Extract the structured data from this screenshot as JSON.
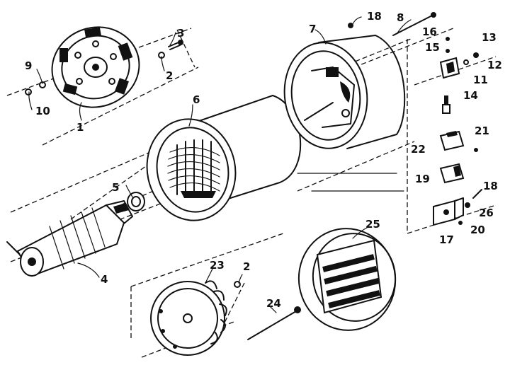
{
  "callouts": {
    "c1": "1",
    "c2a": "2",
    "c2b": "2",
    "c3": "3",
    "c4": "4",
    "c5": "5",
    "c6": "6",
    "c7": "7",
    "c8": "8",
    "c9": "9",
    "c10": "10",
    "c11": "11",
    "c12": "12",
    "c13": "13",
    "c14": "14",
    "c15": "15",
    "c16": "16",
    "c17": "17",
    "c18a": "18",
    "c18b": "18",
    "c19": "19",
    "c20": "20",
    "c21": "21",
    "c22": "22",
    "c23": "23",
    "c24": "24",
    "c25": "25",
    "c26": "26"
  },
  "colors": {
    "ink": "#111111",
    "paper": "#ffffff"
  }
}
